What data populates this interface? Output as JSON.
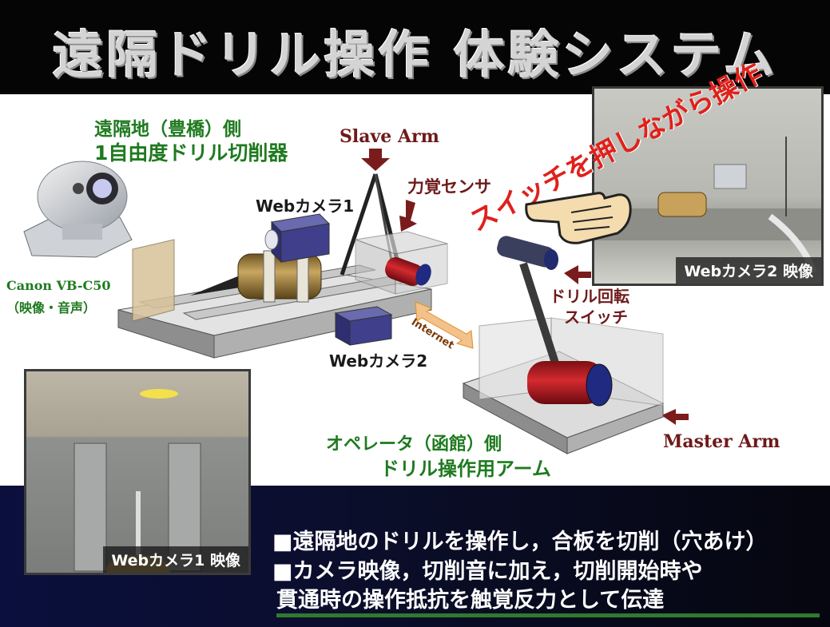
{
  "title": "遠隔ドリル操作 体験システム",
  "remote_side": {
    "line1": "遠隔地（豊橋）側",
    "line2": "1自由度ドリル切削器"
  },
  "camera_model": {
    "line1": "Canon VB-C50",
    "line2": "（映像・音声）"
  },
  "labels": {
    "slave_arm": "Slave Arm",
    "force_sensor": "力覚センサ",
    "webcam1": "Webカメラ1",
    "webcam2": "Webカメラ2",
    "internet": "Internet",
    "drill_switch_line1": "ドリル回転",
    "drill_switch_line2": "スイッチ",
    "master_arm": "Master Arm"
  },
  "operator_side": {
    "line1": "オペレータ（函館）側",
    "line2": "ドリル操作用アーム"
  },
  "press_switch_text": "スイッチを押しながら操作",
  "photo_captions": {
    "webcam2_video": "Webカメラ2  映像",
    "webcam1_video": "Webカメラ1  映像"
  },
  "bullets": [
    "■遠隔地のドリルを操作し，合板を切削（穴あけ）",
    "■カメラ映像，切削音に加え，切削開始時や",
    "貫通時の操作抵抗を触覚反力として伝達"
  ],
  "colors": {
    "title_bg": "#050505",
    "green_text": "#1f7a1f",
    "maroon": "#6e1a1a",
    "red_text": "#e0201a",
    "bottom_bg": "#0a0f3d"
  }
}
